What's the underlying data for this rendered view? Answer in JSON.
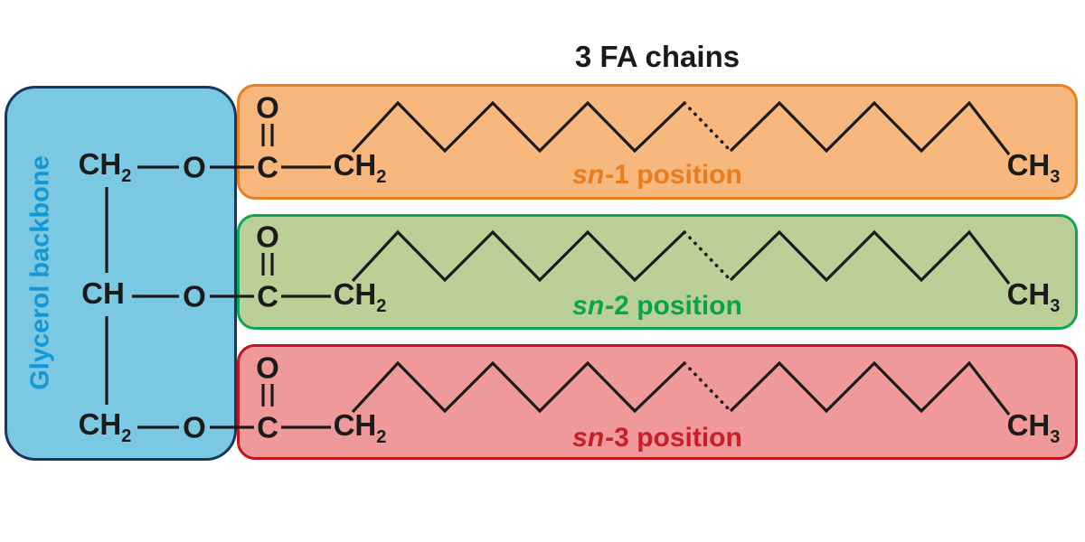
{
  "title": "3 FA chains",
  "background": "#ffffff",
  "bond_color": "#1b1b1b",
  "backbone": {
    "label": "Glycerol backbone",
    "label_color": "#1498d5",
    "fill": "#7bc8e2",
    "border": "#17375d",
    "rows": [
      {
        "group": {
          "base": "CH",
          "sub": "2"
        },
        "oxygen": "O"
      },
      {
        "group": {
          "base": "CH",
          "sub": ""
        },
        "oxygen": "O"
      },
      {
        "group": {
          "base": "CH",
          "sub": "2"
        },
        "oxygen": "O"
      }
    ]
  },
  "chains": [
    {
      "name": "sn-1",
      "label_sn": "sn",
      "label_rest": "-1 position",
      "label_color": "#e87d1f",
      "fill": "#f7b77d",
      "border": "#e87f25",
      "carbonyl_o": "O",
      "carbonyl_c": "C",
      "start_group": {
        "base": "CH",
        "sub": "2"
      },
      "end_group": {
        "base": "CH",
        "sub": "3"
      }
    },
    {
      "name": "sn-2",
      "label_sn": "sn",
      "label_rest": "-2 position",
      "label_color": "#0aa24d",
      "fill": "#bbd097",
      "border": "#0ca654",
      "carbonyl_o": "O",
      "carbonyl_c": "C",
      "start_group": {
        "base": "CH",
        "sub": "2"
      },
      "end_group": {
        "base": "CH",
        "sub": "3"
      }
    },
    {
      "name": "sn-3",
      "label_sn": "sn",
      "label_rest": "-3 position",
      "label_color": "#c81e28",
      "fill": "#ef999b",
      "border": "#c4121f",
      "carbonyl_o": "O",
      "carbonyl_c": "C",
      "start_group": {
        "base": "CH",
        "sub": "2"
      },
      "end_group": {
        "base": "CH",
        "sub": "3"
      }
    }
  ]
}
